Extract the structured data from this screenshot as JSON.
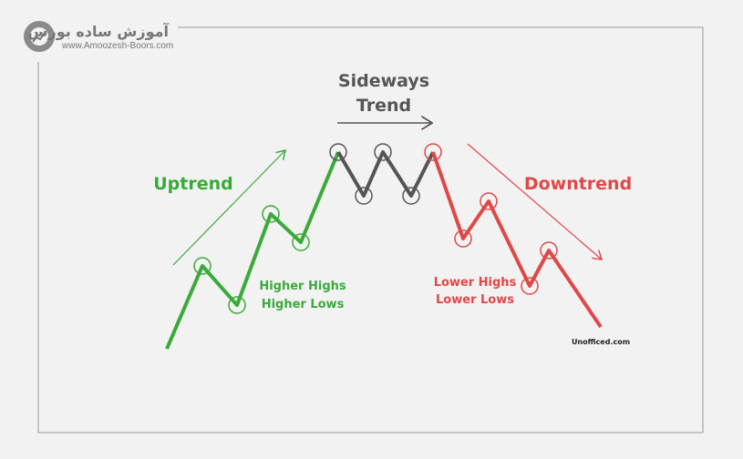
{
  "logo": {
    "brand_fa": "آموزش ساده بورس",
    "url": "www.Amoozesh-Boors.com"
  },
  "diagram": {
    "sideways_title_line1": "Sideways",
    "sideways_title_line2": "Trend",
    "uptrend_label": "Uptrend",
    "downtrend_label": "Downtrend",
    "up_note_line1": "Higher Highs",
    "up_note_line2": "Higher Lows",
    "down_note_line1": "Lower Highs",
    "down_note_line2": "Lower Lows",
    "credit": "Unofficed.com"
  },
  "colors": {
    "up": "#3aaa3a",
    "sideways": "#555555",
    "down": "#e04848",
    "frame": "#888888"
  }
}
